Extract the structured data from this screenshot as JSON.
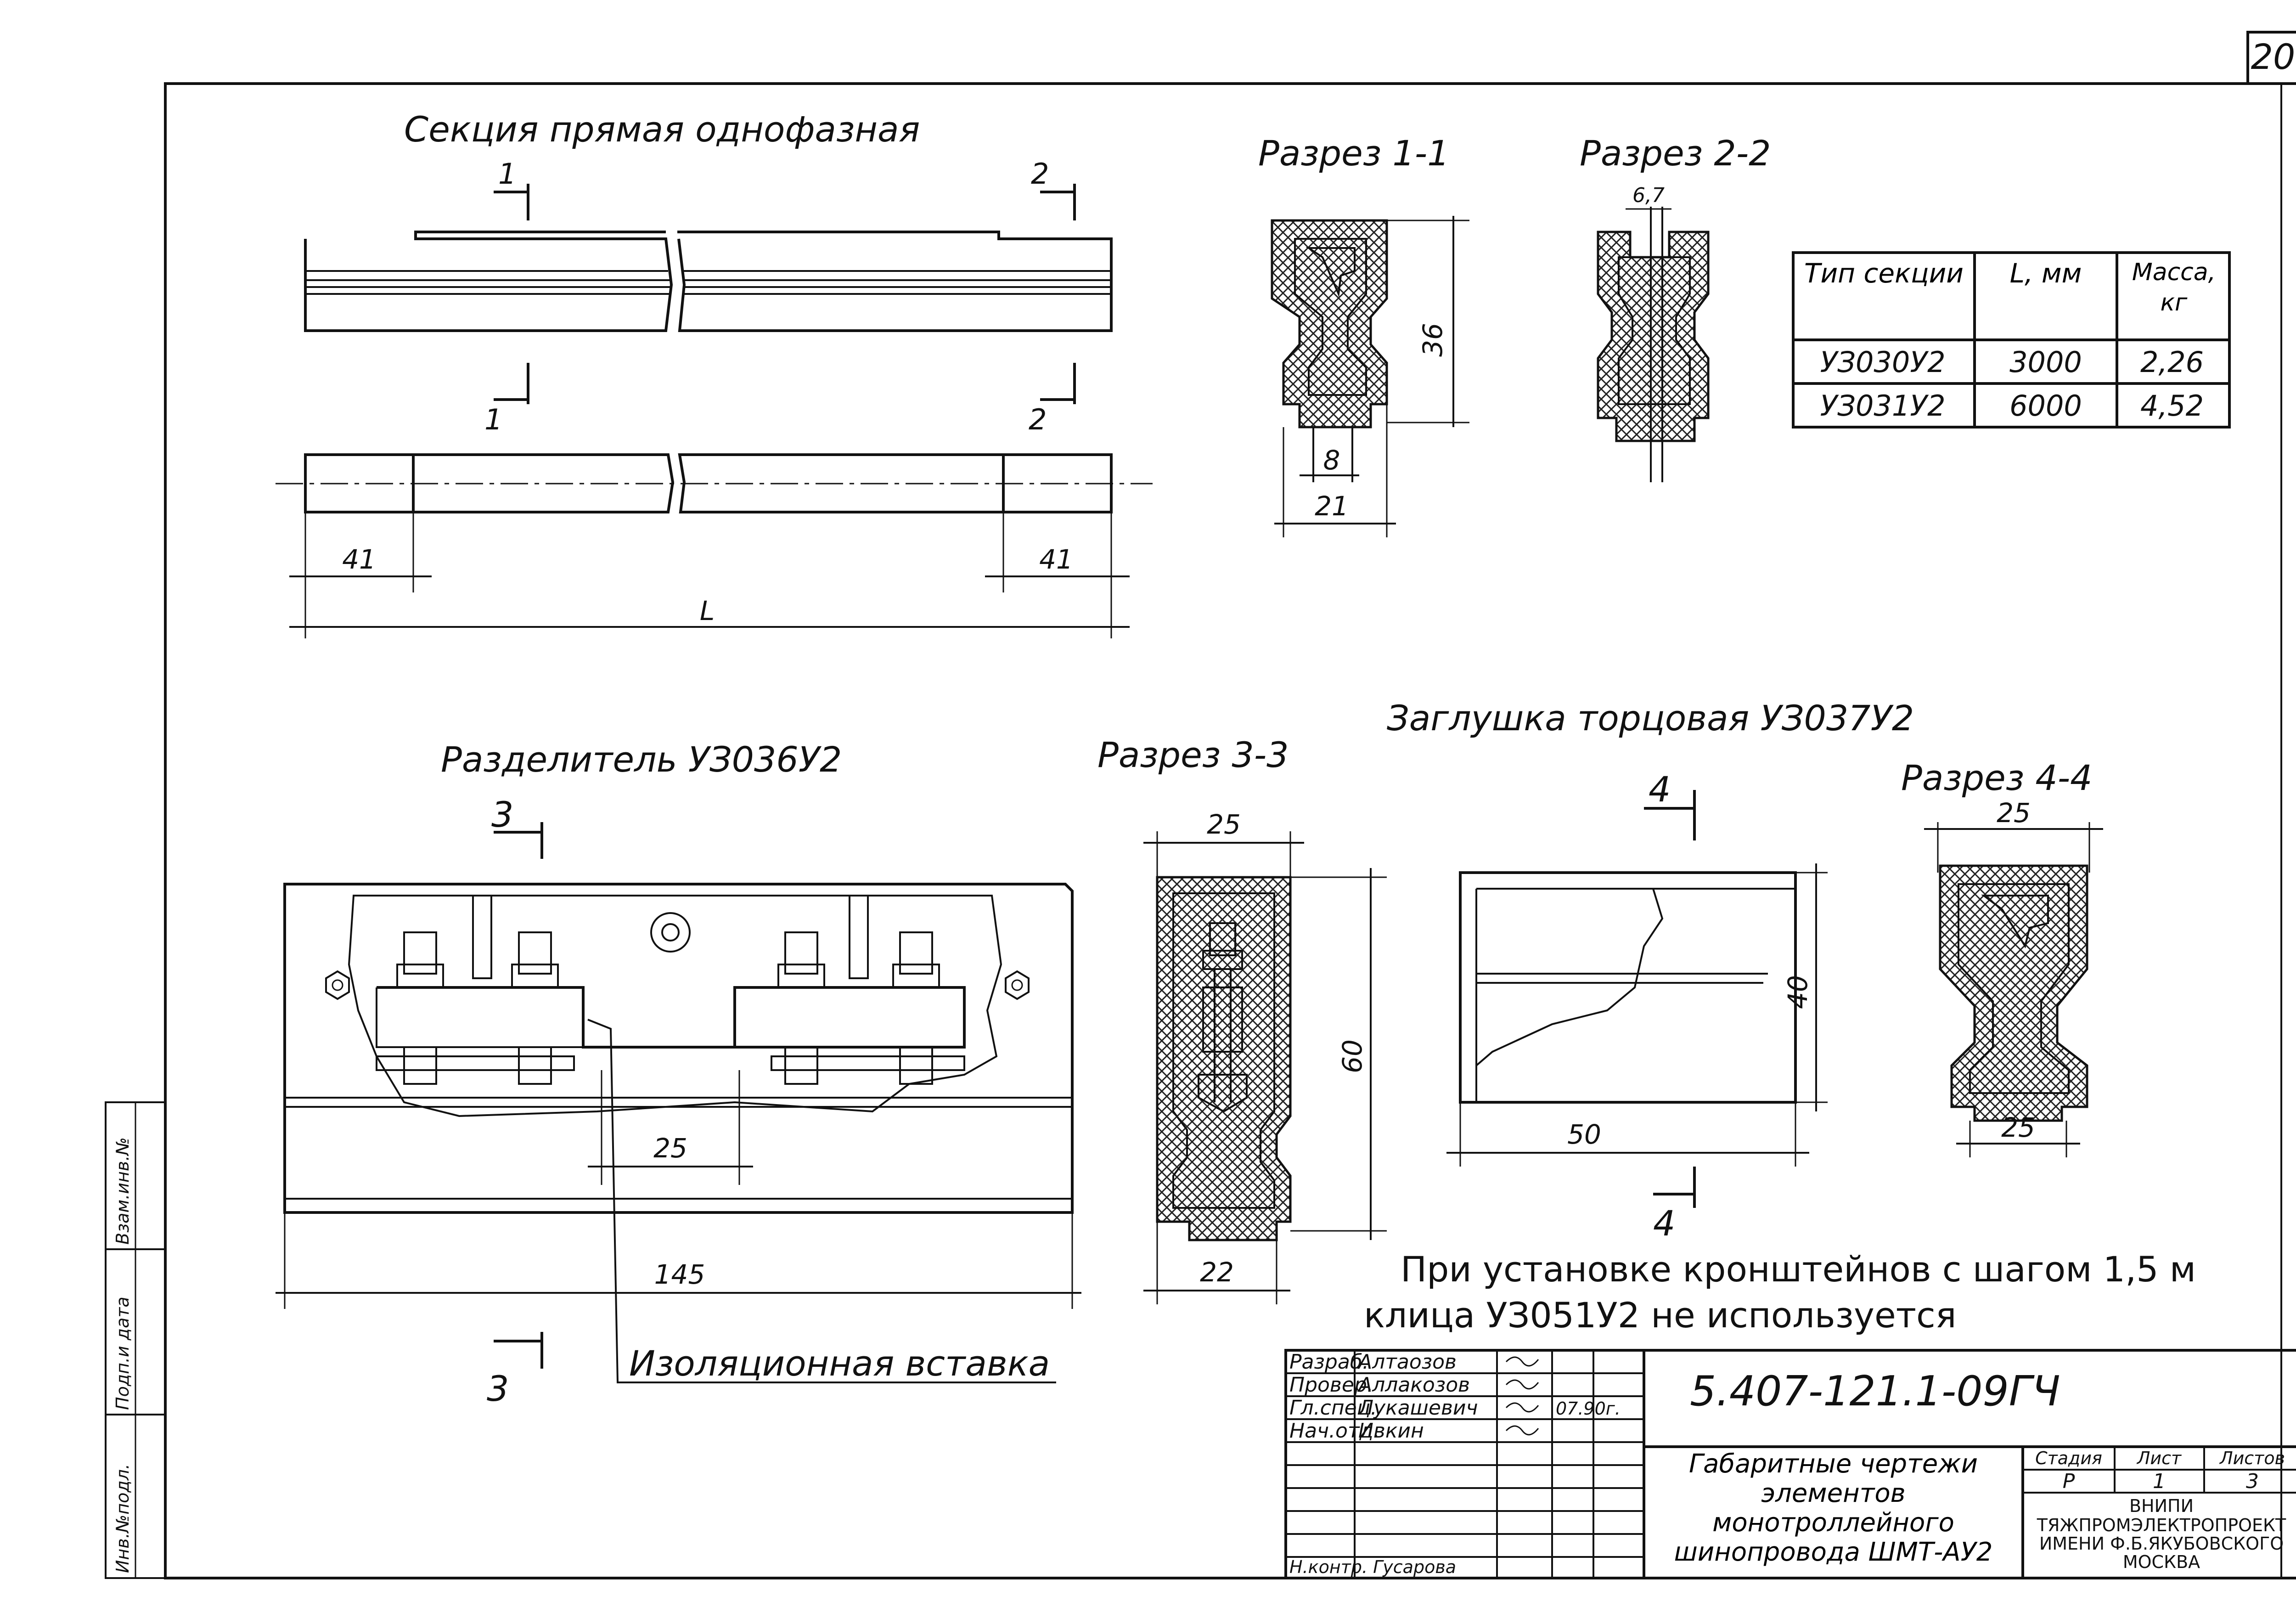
{
  "sheet": {
    "page_number": "20",
    "side_stamp": [
      "Инв.№подл.",
      "Подп.и дата",
      "Взам.инв.№"
    ]
  },
  "straight_section": {
    "title": "Секция прямая однофазная",
    "cut1_left": "1",
    "cut2_left": "2",
    "cut1_right": "1",
    "cut2_right": "2",
    "dim_end_left": "41",
    "dim_end_right": "41",
    "dim_length": "L"
  },
  "section_1_1": {
    "title": "Разрез 1-1",
    "dim_height": "36",
    "dim_width_inner": "8",
    "dim_width": "21"
  },
  "section_2_2": {
    "title": "Разрез 2-2",
    "dim_top": "6,7"
  },
  "type_table": {
    "headers": [
      "Тип секции",
      "L, мм",
      "Масса, кг"
    ],
    "rows": [
      [
        "УЗ030У2",
        "3000",
        "2,26"
      ],
      [
        "УЗ031У2",
        "6000",
        "4,52"
      ]
    ]
  },
  "separator": {
    "title": "Разделитель УЗ036У2",
    "cut_top": "3",
    "cut_bottom": "3",
    "dim_inner": "25",
    "dim_length": "145",
    "label_insulation": "Изоляционная вставка"
  },
  "section_3_3": {
    "title": "Разрез 3-3",
    "dim_top": "25",
    "dim_height": "60",
    "dim_bottom": "22"
  },
  "end_cap": {
    "title": "Заглушка торцовая УЗ037У2",
    "cut_top": "4",
    "cut_bottom": "4",
    "dim_height": "40",
    "dim_width": "50"
  },
  "section_4_4": {
    "title": "Разрез 4-4",
    "dim_top": "25",
    "dim_bottom": "25"
  },
  "note": {
    "line1": "При установке кронштейнов с шагом 1,5 м",
    "line2": "клица УЗ051У2 не используется"
  },
  "title_block": {
    "doc_code": "5.407-121.1-09ГЧ",
    "roles": [
      {
        "role": "Разраб.",
        "name": "Алтаозов"
      },
      {
        "role": "Провер.",
        "name": "Аллакозов"
      },
      {
        "role": "Гл.спец.",
        "name": "Лукашевич"
      },
      {
        "role": "Нач.отд.",
        "name": "Ивкин"
      }
    ],
    "date": "07.90г.",
    "drawing_title": "Габаритные чертежи элементов монотроллейного шинопровода ШМТ-АУ2",
    "stage_label": "Стадия",
    "sheet_label": "Лист",
    "sheets_label": "Листов",
    "stage": "Р",
    "sheet": "1",
    "sheets": "3",
    "org_line1": "ВНИПИ",
    "org_line2": "ТЯЖПРОМЭЛЕКТРОПРОЕКТ",
    "org_line3": "ИМЕНИ Ф.Б.ЯКУБОВСКОГО",
    "org_line4": "МОСКВА",
    "bottom_note": "Н.контр. Гусарова"
  }
}
